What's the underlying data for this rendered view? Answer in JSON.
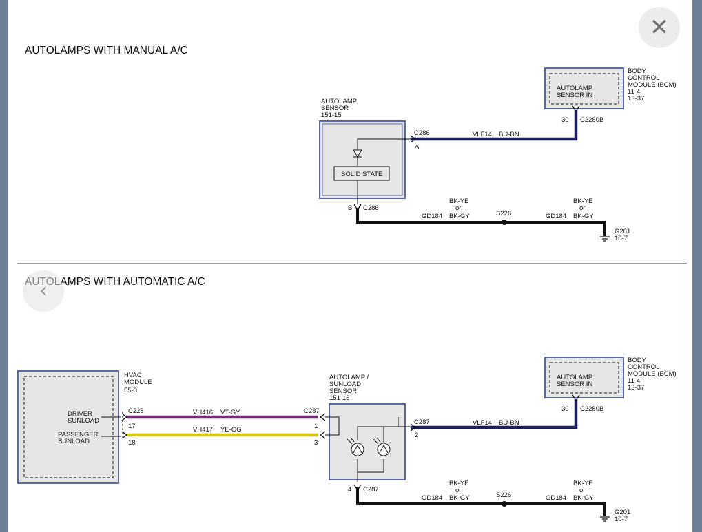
{
  "diagram_a": {
    "title": "AUTOLAMPS WITH MANUAL A/C",
    "bcm": {
      "l1": "BODY",
      "l2": "CONTROL",
      "l3": "MODULE (BCM)",
      "l4": "11-4",
      "l5": "13-37",
      "in1": "AUTOLAMP",
      "in2": "SENSOR IN",
      "pin": "30",
      "conn": "C2280B"
    },
    "sensor": {
      "l1": "AUTOLAMP",
      "l2": "SENSOR",
      "l3": "151-15",
      "solid": "SOLID STATE",
      "conn_top": "C286",
      "pin_top": "A",
      "pin_bot": "B",
      "conn_bot": "C286"
    },
    "wire1": {
      "circuit": "VLF14",
      "color": "BU-BN"
    },
    "gwire1": {
      "c1": "BK-YE",
      "c2": "or",
      "c3": "BK-GY",
      "circuit": "GD184"
    },
    "splice": "S226",
    "gwire2": {
      "c1": "BK-YE",
      "c2": "or",
      "c3": "BK-GY",
      "circuit": "GD184"
    },
    "ground": {
      "l1": "G201",
      "l2": "10-7"
    }
  },
  "diagram_b": {
    "title": "AUTOLAMPS WITH AUTOMATIC A/C",
    "hvac": {
      "l1": "HVAC",
      "l2": "MODULE",
      "l3": "55-3",
      "in1a": "DRIVER",
      "in1b": "SUNLOAD",
      "in2a": "PASSENGER",
      "in2b": "SUNLOAD",
      "conn": "C228",
      "pin1": "17",
      "pin2": "18"
    },
    "wire_a": {
      "circuit": "VH416",
      "color": "VT-GY"
    },
    "wire_b": {
      "circuit": "VH417",
      "color": "YE-OG"
    },
    "sensor": {
      "l1": "AUTOLAMP /",
      "l2": "SUNLOAD",
      "l3": "SENSOR",
      "l4": "151-15",
      "conn_left": "C287",
      "pin_l1": "1",
      "pin_l2": "3",
      "conn_right": "C287",
      "pin_r": "2",
      "pin_bot": "4",
      "conn_bot": "C287"
    },
    "wire1": {
      "circuit": "VLF14",
      "color": "BU-BN"
    },
    "bcm": {
      "l1": "BODY",
      "l2": "CONTROL",
      "l3": "MODULE (BCM)",
      "l4": "11-4",
      "l5": "13-37",
      "in1": "AUTOLAMP",
      "in2": "SENSOR IN",
      "pin": "30",
      "conn": "C2280B"
    },
    "gwire1": {
      "c1": "BK-YE",
      "c2": "or",
      "c3": "BK-GY",
      "circuit": "GD184"
    },
    "splice": "S226",
    "gwire2": {
      "c1": "BK-YE",
      "c2": "or",
      "c3": "BK-GY",
      "circuit": "GD184"
    },
    "ground": {
      "l1": "G201",
      "l2": "10-7"
    }
  },
  "colors": {
    "blue_wire": "#1a1f5c",
    "black_wire": "#111111",
    "violet_wire": "#7a2a7a",
    "yellow_wire": "#d8c81a",
    "module_fill": "#e6e6e6",
    "module_border": "#5a68a8"
  }
}
